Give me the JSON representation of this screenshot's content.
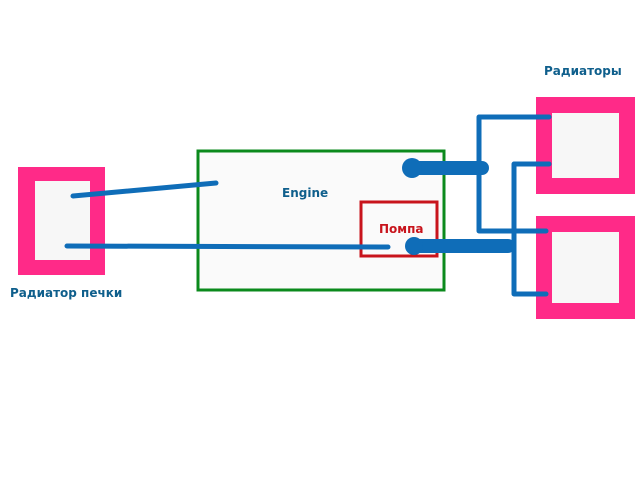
{
  "labels": {
    "radiators": "Радиаторы",
    "engine": "Engine",
    "pump": "Помпа",
    "heater_radiator": "Радиатор печки"
  },
  "colors": {
    "radiator_fill": "#ff2a88",
    "radiator_inner": "#f7f7f7",
    "engine_border": "#0b8a1c",
    "engine_fill": "#fafafa",
    "pump_border": "#c8141c",
    "pump_text": "#c8141c",
    "pipe": "#0f6db8",
    "label_text": "#0f5f8c"
  }
}
